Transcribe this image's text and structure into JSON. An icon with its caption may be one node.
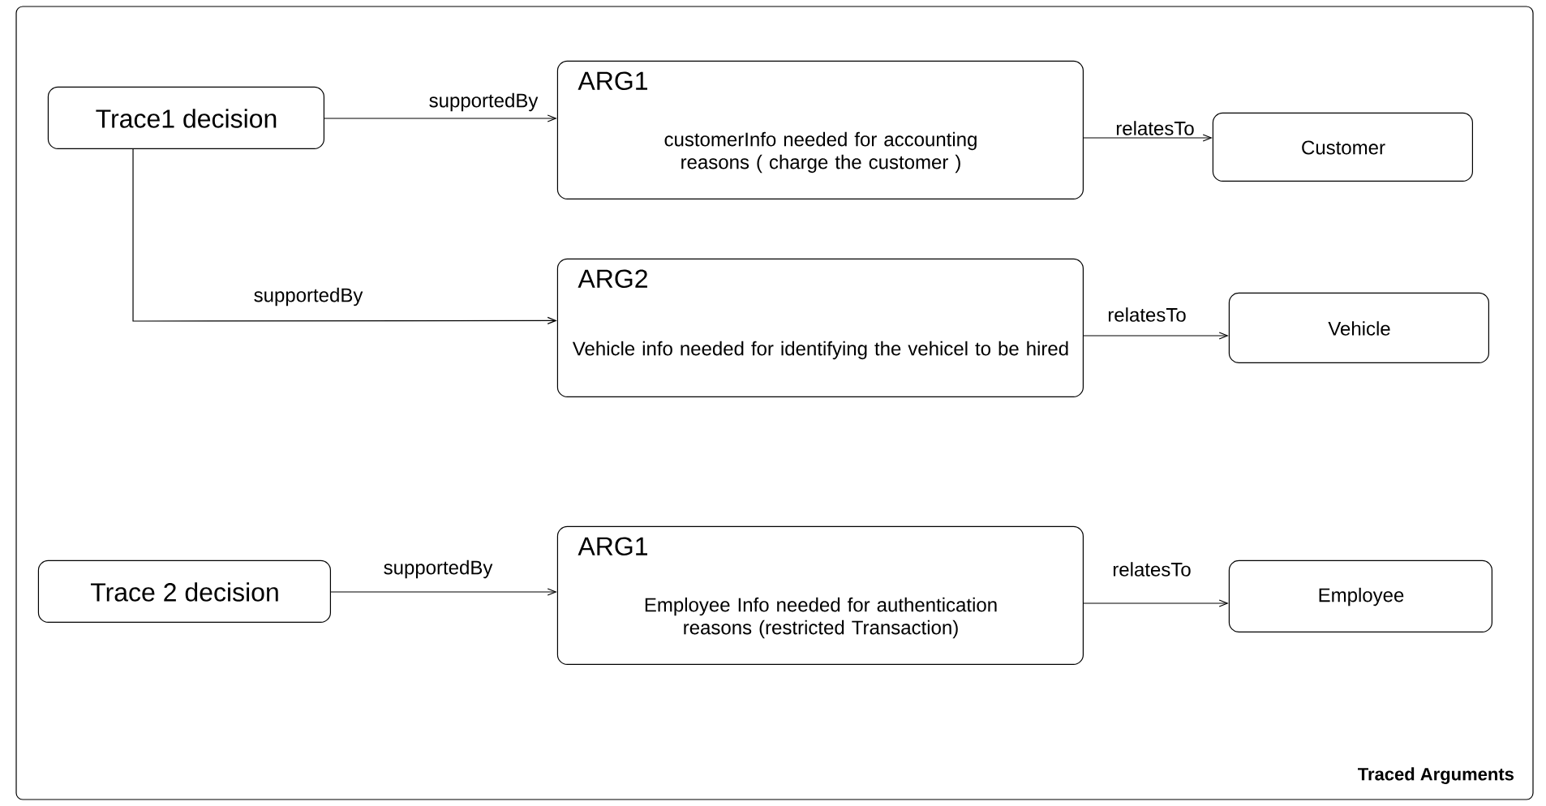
{
  "diagram": {
    "nodes": [
      {
        "text": [
          "Traced Arguments"
        ]
      },
      {
        "text": [
          "Trace1   decision"
        ],
        "in": 0
      },
      {
        "text": [
          "ARG1",
          "customerInfo needed for accounting reasons ( charge the customer )"
        ],
        "in": 0
      },
      {
        "text": [
          "Customer"
        ],
        "in": 0
      },
      {
        "text": [
          "ARG2",
          "Vehicle info needed  for identifying the vehicel to be hired"
        ],
        "in": 0
      },
      {
        "text": [
          "Vehicle"
        ],
        "in": 0
      },
      {
        "text": [
          "Trace 2   decision"
        ],
        "in": 0
      },
      {
        "text": [
          "ARG1",
          "Employee Info needed for authentication reasons (restricted Transaction)"
        ],
        "in": 0
      },
      {
        "text": [
          "Employee"
        ],
        "in": 0
      }
    ],
    "edges": [
      {
        "from": 1,
        "to": 2,
        "arrow": "to",
        "label": "supportedBy"
      },
      {
        "from": 2,
        "to": 3,
        "arrow": "to",
        "label": "relatesTo"
      },
      {
        "from": 1,
        "to": 4,
        "arrow": "to",
        "label": "supportedBy"
      },
      {
        "from": 4,
        "to": 5,
        "arrow": "to",
        "label": "relatesTo"
      },
      {
        "from": 6,
        "to": 7,
        "arrow": "to",
        "label": "supportedBy"
      },
      {
        "from": 7,
        "to": 8,
        "arrow": "to",
        "label": "relatesTo"
      }
    ]
  }
}
